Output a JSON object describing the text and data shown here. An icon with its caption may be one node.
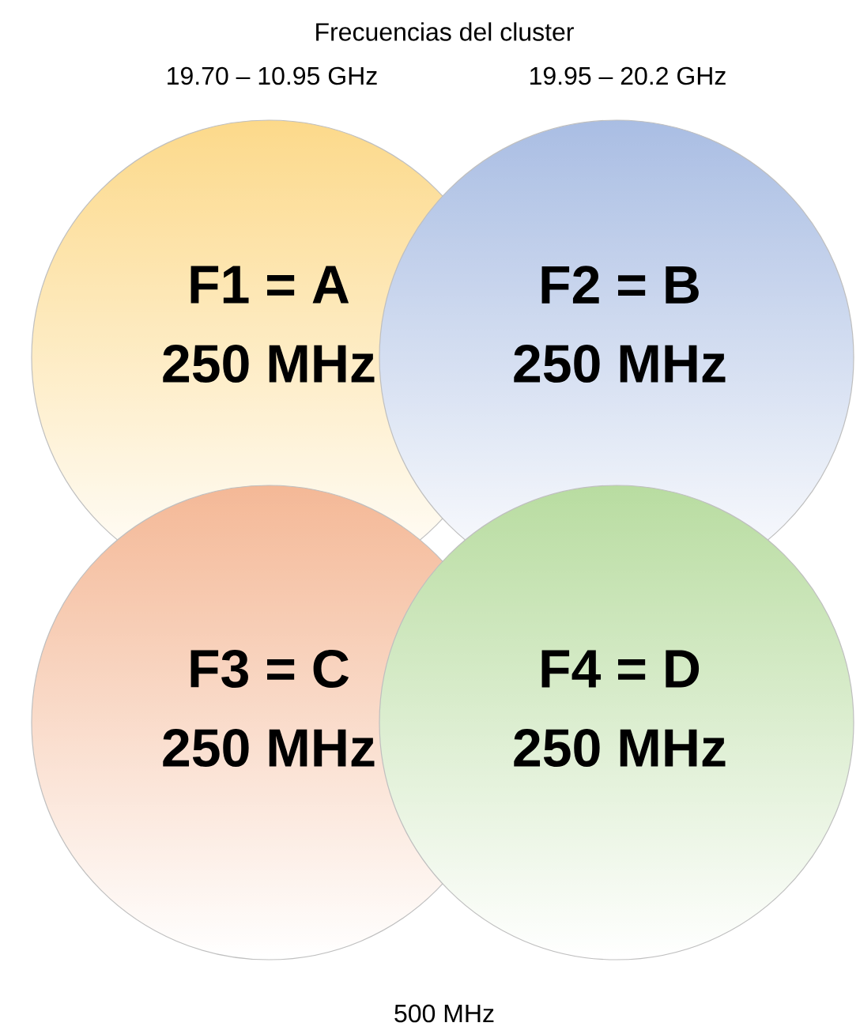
{
  "diagram": {
    "title": "Frecuencias del cluster",
    "nodes": [
      {
        "text": [
          "F1 = A",
          "250 MHz"
        ]
      },
      {
        "text": [
          "F2 = B",
          "250 MHz"
        ]
      },
      {
        "text": [
          "F3 = C",
          "250 MHz"
        ]
      },
      {
        "text": [
          "F4 = D",
          "250 MHz"
        ]
      }
    ],
    "labels": [
      "19.70 – 10.95 GHz",
      "19.95 – 20.2 GHz",
      "500 MHz"
    ]
  }
}
